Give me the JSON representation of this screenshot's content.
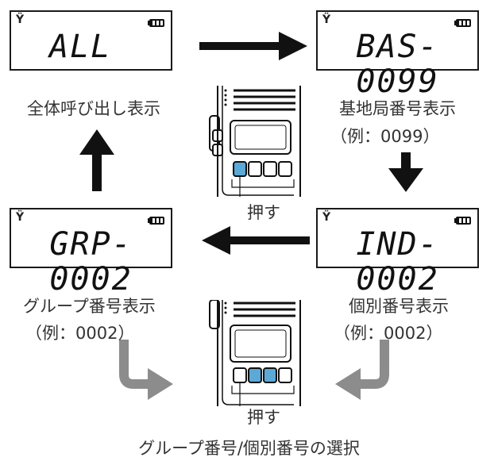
{
  "displays": {
    "all": "ALL",
    "bas": "BAS-0099",
    "grp": "GRP-0002",
    "ind": "IND-0002"
  },
  "captions": {
    "all_call": "全体呼び出し表示",
    "base_station": "基地局番号表示",
    "base_example": "（例：0099）",
    "group": "グループ番号表示",
    "group_example": "（例：0002）",
    "individual": "個別番号表示",
    "individual_example": "（例：0002）",
    "press_top": "押す",
    "press_bottom": "押す",
    "footer_title": "グループ番号/個別番号の選択"
  },
  "icons": {
    "antenna": "antenna-icon",
    "battery": "battery-icon",
    "arrow": "arrow-icon"
  },
  "colors": {
    "arrow_black": "#111111",
    "arrow_gray": "#8c8c8c",
    "key_blue": "#5aa9d6"
  }
}
